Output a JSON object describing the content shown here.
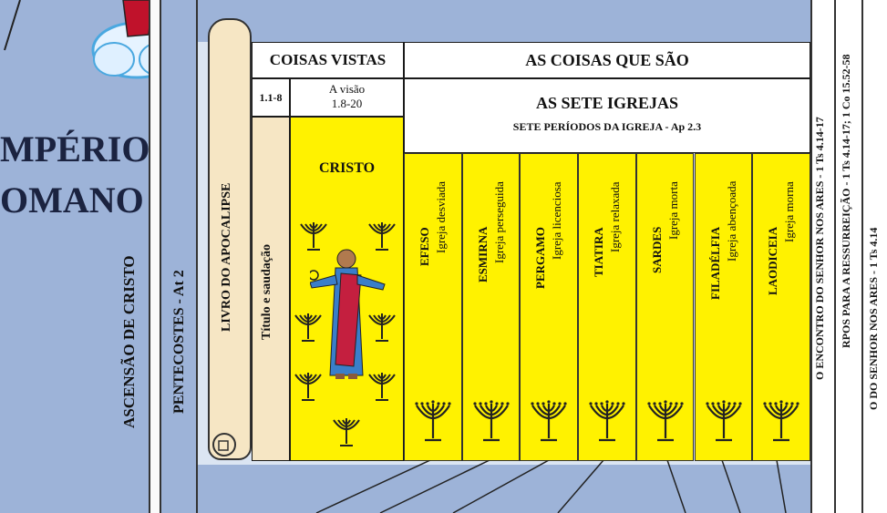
{
  "left_panel": {
    "empire_line1": "MPÉRIO",
    "empire_line2": "OMANO",
    "ascension": "ASCENSÃO DE CRISTO",
    "pentecost": "PENTECOSTES - At 2"
  },
  "scroll": {
    "title": "LIVRO DO APOCALIPSE",
    "intro": "Título e saudação"
  },
  "header": {
    "things_seen": "COISAS VISTAS",
    "things_that_are": "AS COISAS QUE SÃO",
    "ref_1": "1.1-8",
    "vision_line1": "A visão",
    "vision_line2": "1.8-20",
    "seven_churches": "AS SETE IGREJAS",
    "periods": "SETE PERÍODOS DA IGREJA - Ap 2.3"
  },
  "christ_panel": {
    "label": "CRISTO"
  },
  "churches": [
    {
      "name": "EFESO",
      "desc": "Igreja desviada"
    },
    {
      "name": "ESMIRNA",
      "desc": "Igreja perseguida"
    },
    {
      "name": "PERGAMO",
      "desc": "Igreja licenciosa"
    },
    {
      "name": "TIATIRA",
      "desc": "Igreja relaxada"
    },
    {
      "name": "SARDES",
      "desc": "Igreja morta"
    },
    {
      "name": "FILADÉLFIA",
      "desc": "Igreja abençoada"
    },
    {
      "name": "LAODICEIA",
      "desc": "Igreja morna"
    }
  ],
  "right_labels": {
    "col1": "O ENCONTRO DO SENHOR NOS ARES - 1 Ts 4.14-17",
    "col2": "RPOS PARA A RESSURREIÇÃO - 1 Ts 4.14-17; 1 Co 15.52-58",
    "col3": "O DO SENHOR NOS ARES - 1 Ts 4.14"
  },
  "colors": {
    "sky": "#9db3d8",
    "yellow": "#fff200",
    "parchment": "#f6e6c4",
    "ink": "#111111"
  }
}
